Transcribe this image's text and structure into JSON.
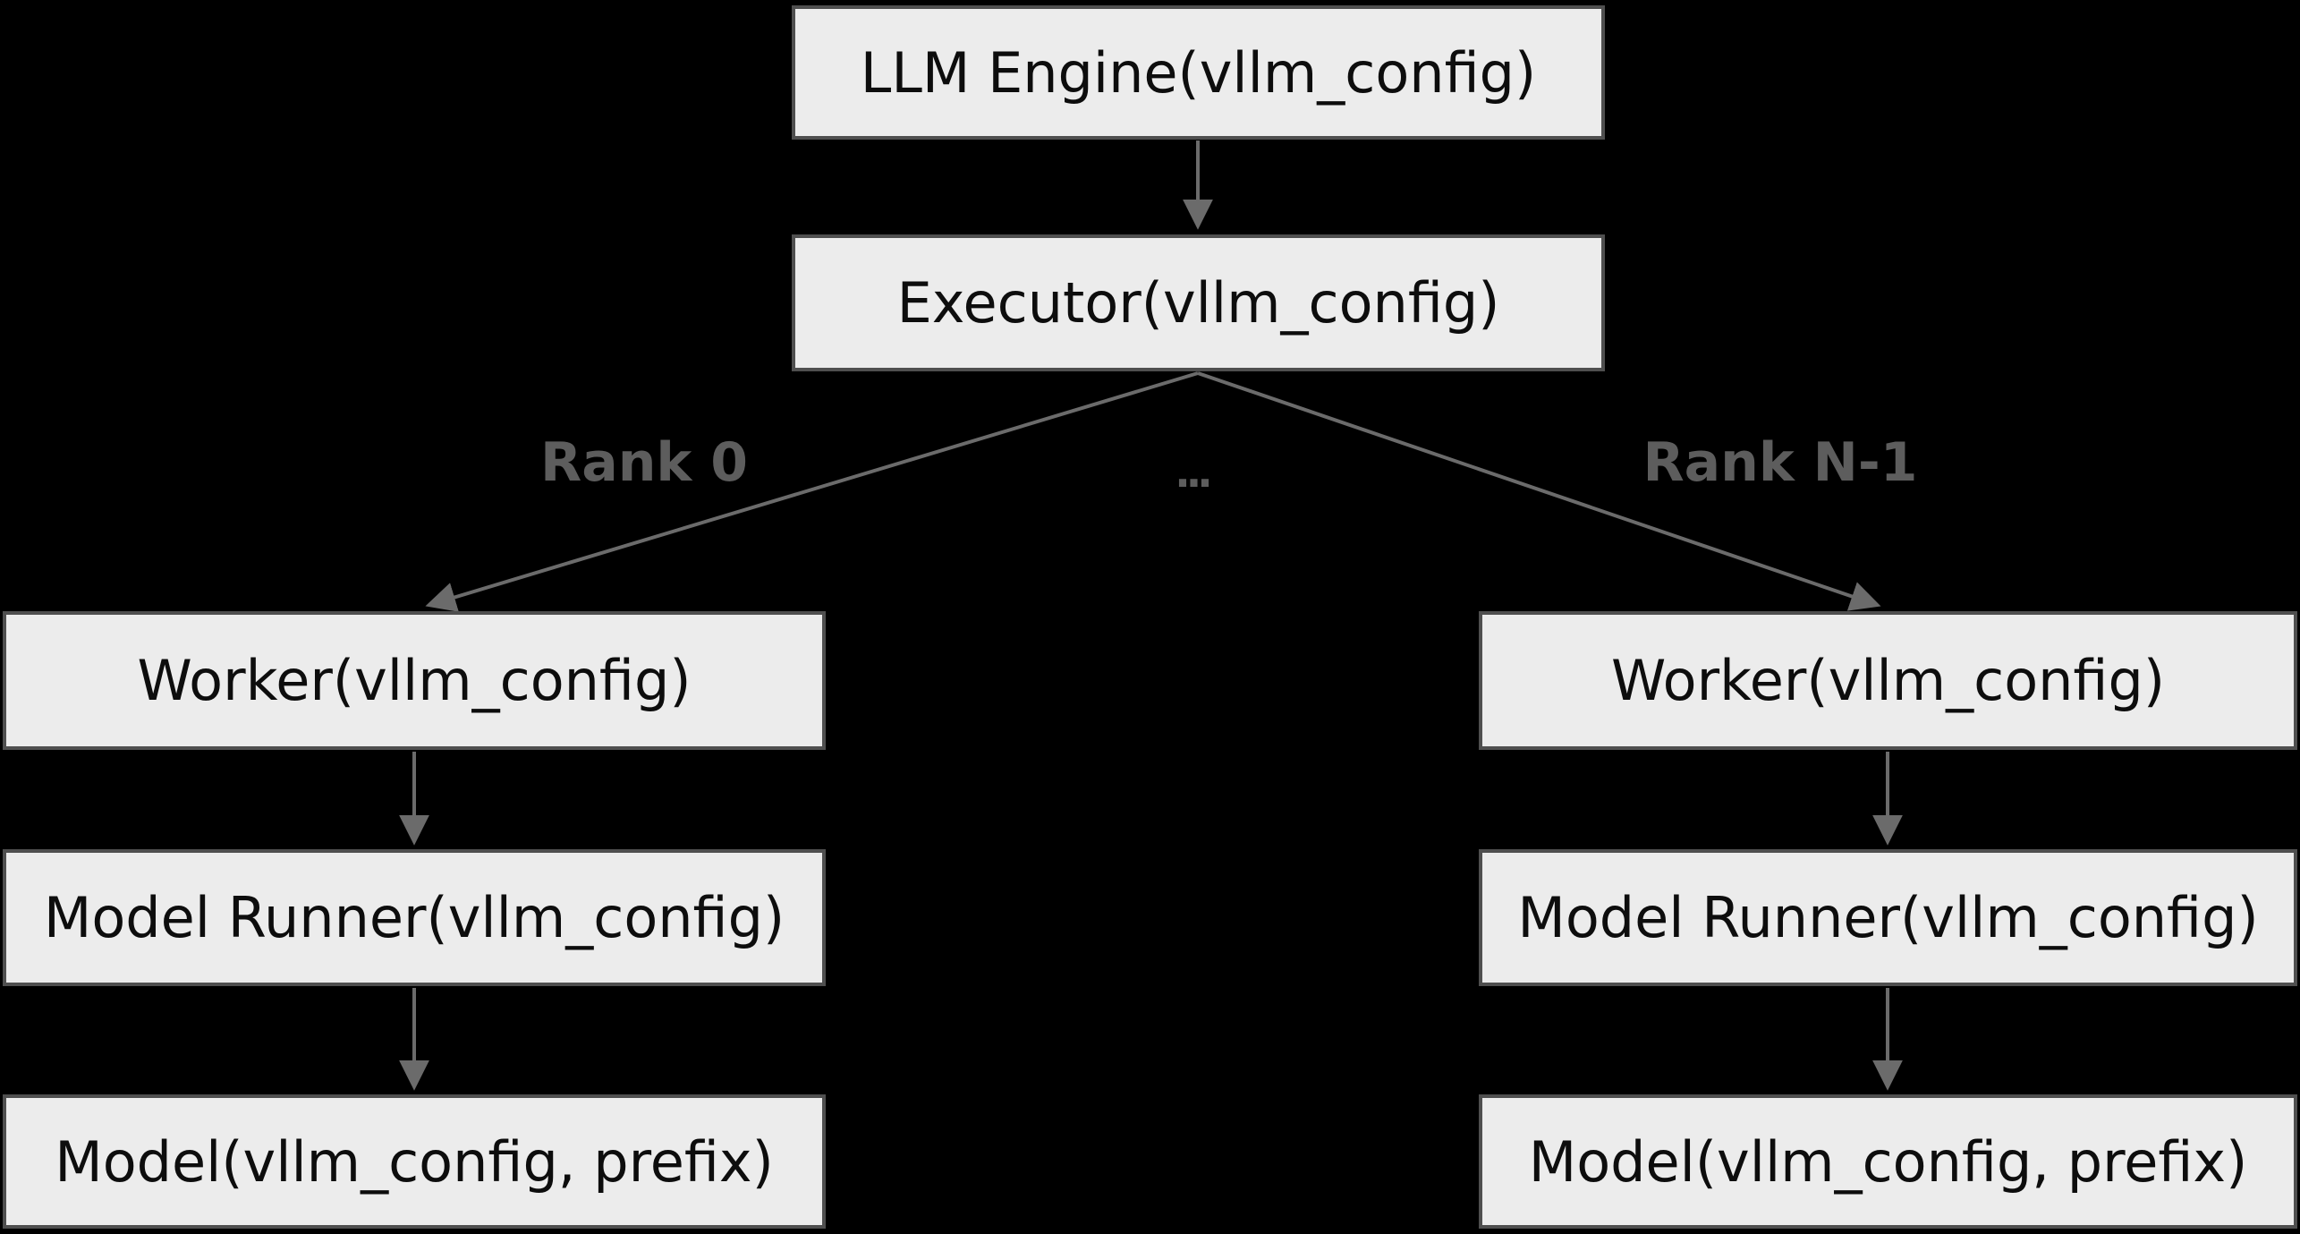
{
  "diagram": {
    "type": "flowchart",
    "background_color": "#000000",
    "node_fill_color": "#ececec",
    "node_border_color": "#4f4f4f",
    "node_text_color": "#0d0d0d",
    "edge_color": "#6b6b6b",
    "edge_label_color": "#5d5d5d",
    "nodes": {
      "llm_engine": {
        "label": "LLM Engine(vllm_config)"
      },
      "executor": {
        "label": "Executor(vllm_config)"
      },
      "worker_rank0": {
        "label": "Worker(vllm_config)"
      },
      "worker_rankN": {
        "label": "Worker(vllm_config)"
      },
      "model_runner_rank0": {
        "label": "Model Runner(vllm_config)"
      },
      "model_runner_rankN": {
        "label": "Model Runner(vllm_config)"
      },
      "model_rank0": {
        "label": "Model(vllm_config, prefix)"
      },
      "model_rankN": {
        "label": "Model(vllm_config, prefix)"
      }
    },
    "edge_labels": {
      "rank_0": "Rank 0",
      "rank_n_1": "Rank N-1",
      "ellipsis": "..."
    }
  }
}
